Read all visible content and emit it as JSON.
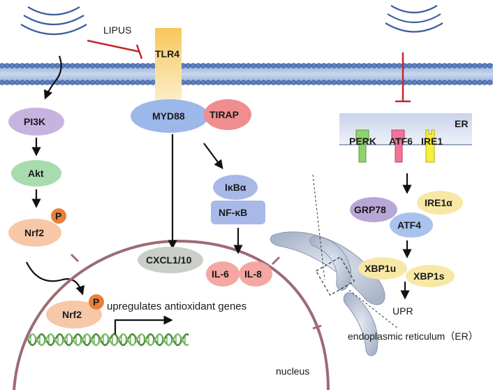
{
  "labels": {
    "lipus": "LIPUS",
    "tlr4": "TLR4",
    "myd88": "MYD88",
    "tirap": "TIRAP",
    "pi3k": "PI3K",
    "akt": "Akt",
    "nrf2_top": "Nrf2",
    "p_top": "P",
    "nrf2_bottom": "Nrf2",
    "p_bottom": "P",
    "upregulates": "upregulates antioxidant genes",
    "ikba": "IκBα",
    "nfkb": "NF-κB",
    "cxcl": "CXCL1/10",
    "il6": "IL-6",
    "il8": "IL-8",
    "er_box": "ER",
    "perk": "PERK",
    "atf6": "ATF6",
    "ire1": "IRE1",
    "grp78": "GRP78",
    "ire1a": "IRE1α",
    "atf4": "ATF4",
    "xbp1u": "XBP1u",
    "xbp1s": "XBP1s",
    "upr": "UPR",
    "er_caption": "endoplasmic reticulum（ER）",
    "nucleus": "nucleus"
  },
  "colors": {
    "inhibit": "#c0282d",
    "pi3k": "#c7b3e0",
    "akt": "#a8dcae",
    "nrf2": "#f6c8a8",
    "p": "#e87f3a",
    "myd88": "#9cb7ea",
    "tirap": "#ef8d8f",
    "nfkb": "#a8b9e8",
    "cxcl": "#c9cec8",
    "il": "#f4a7a3",
    "grp78": "#b8a6d6",
    "yellow": "#f8e8a6",
    "atf4": "#a9c2ee",
    "perk": "#8fd36f",
    "atf6": "#f27398",
    "ire1": "#f7ef3a",
    "nucleus": "#9e6a78",
    "tlr4": "#fad27a"
  },
  "icons": [
    "ultrasound-wave-icon",
    "lipid-bilayer-membrane",
    "dna-helix-icon",
    "er-receptor-icon"
  ]
}
